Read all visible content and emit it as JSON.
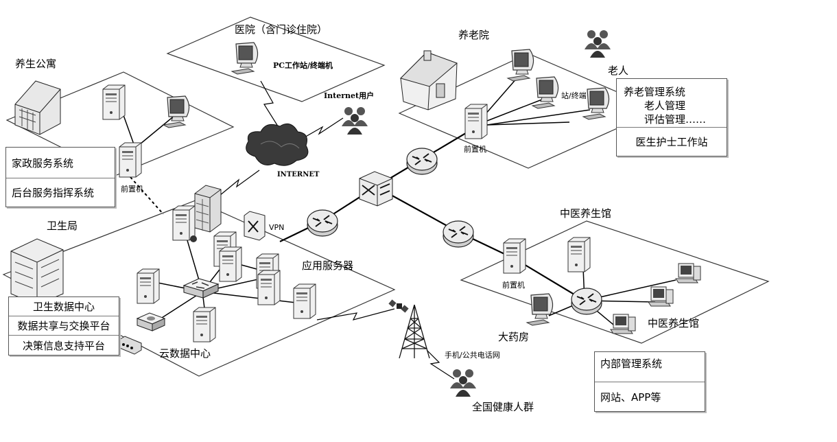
{
  "labels": {
    "hospital": "医院（含门诊住院）",
    "pc_terminal": "PC工作站/终端机",
    "internet_users": "Internet用户",
    "internet": "INTERNET",
    "elderly_home": "养老院",
    "elderly": "老人",
    "station_terminal": "站/终端",
    "front_machine_elderly": "前置机",
    "health_apartment": "养生公寓",
    "front_machine_apartment": "前置机",
    "health_bureau": "卫生局",
    "vpn": "VPN",
    "app_server": "应用服务器",
    "cloud_datacenter": "云数据中心",
    "tcm_hall_top": "中医养生馆",
    "front_machine_tcm": "前置机",
    "tcm_hall_bottom": "中医养生馆",
    "pharmacy": "大药房",
    "mobile_network": "手机/公共电话网",
    "national_health_people": "全国健康人群"
  },
  "boxes": {
    "apartment_systems": [
      "家政服务系统",
      "后台服务指挥系统"
    ],
    "bureau_systems": [
      "卫生数据中心",
      "数据共享与交换平台",
      "决策信息支持平台"
    ],
    "elderly_systems": {
      "main": [
        "养老管理系统",
        "老人管理",
        "评估管理……"
      ],
      "bottom": "医生护士工作站"
    },
    "tcm_systems": [
      "内部管理系统",
      "网站、APP等"
    ]
  },
  "colors": {
    "platform_line": "#333333",
    "link_line": "#000000",
    "device_fill": "#e6e6e6",
    "device_stroke": "#333333",
    "cloud_fill": "#3a3a3a"
  }
}
